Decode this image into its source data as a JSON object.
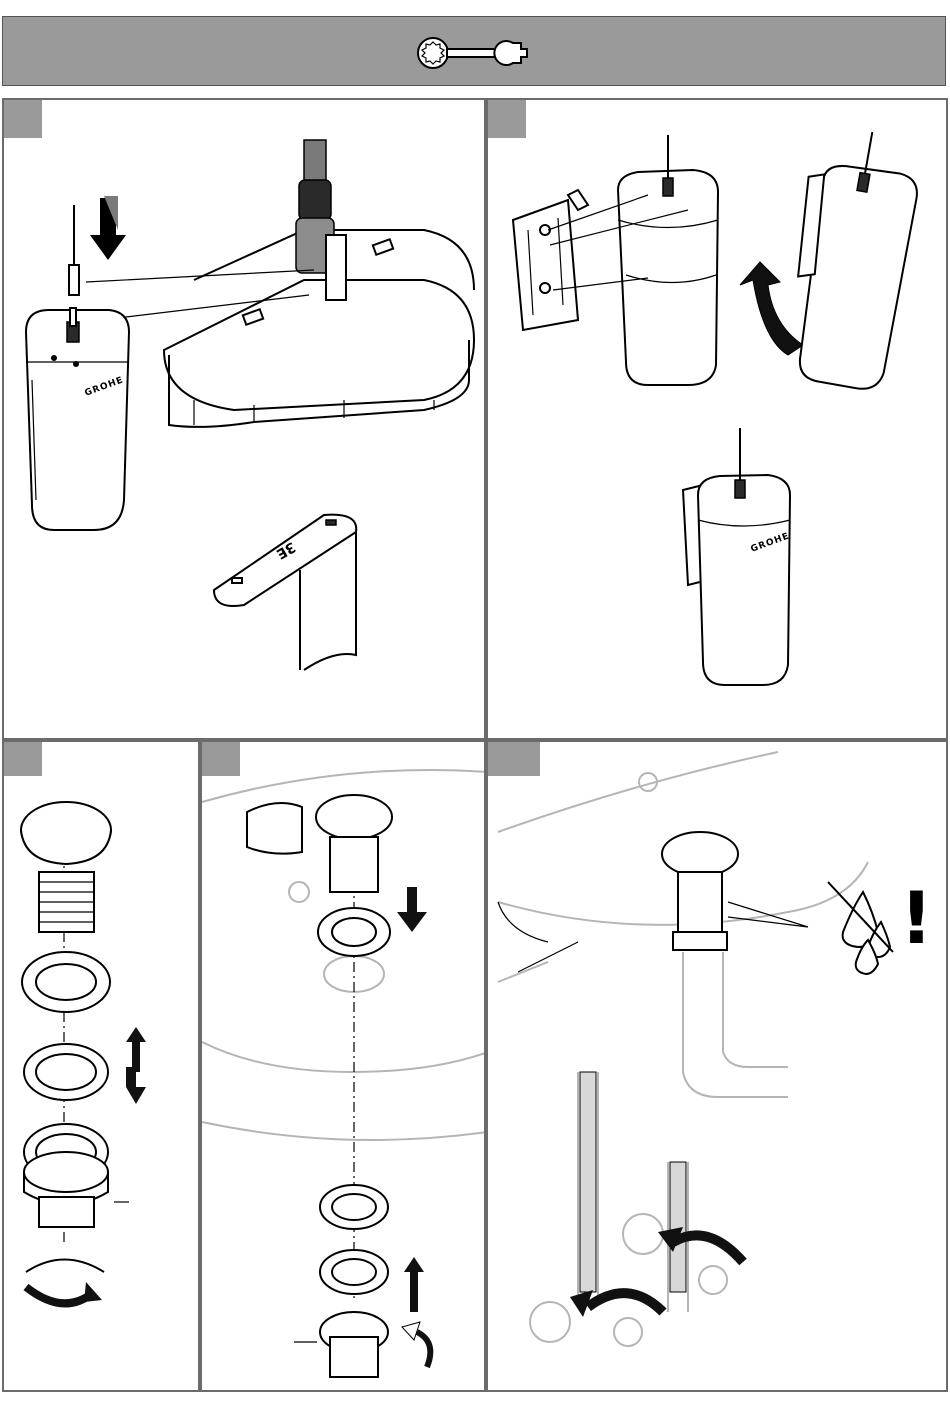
{
  "header": {
    "tool_icon": "wrench-icon"
  },
  "panels": [
    {
      "id": "panel-1",
      "tag": "",
      "brand_text": "GROHE",
      "spout_marking": "3E"
    },
    {
      "id": "panel-2",
      "tag": "",
      "brand_text": "GROHE"
    },
    {
      "id": "panel-3",
      "tag": ""
    },
    {
      "id": "panel-4",
      "tag": ""
    },
    {
      "id": "panel-5",
      "tag": "",
      "warning_mark": "!"
    }
  ],
  "icons": {
    "down_arrow": "down-arrow-icon",
    "up_arrow": "up-arrow-icon",
    "rotate_arrow": "rotate-arrow-icon",
    "no_leak": "no-water-drop-icon"
  },
  "colors": {
    "header_bg": "#9a9a9a",
    "border": "#6b6b6b",
    "line": "#000000",
    "faint": "#b5b5b5"
  }
}
